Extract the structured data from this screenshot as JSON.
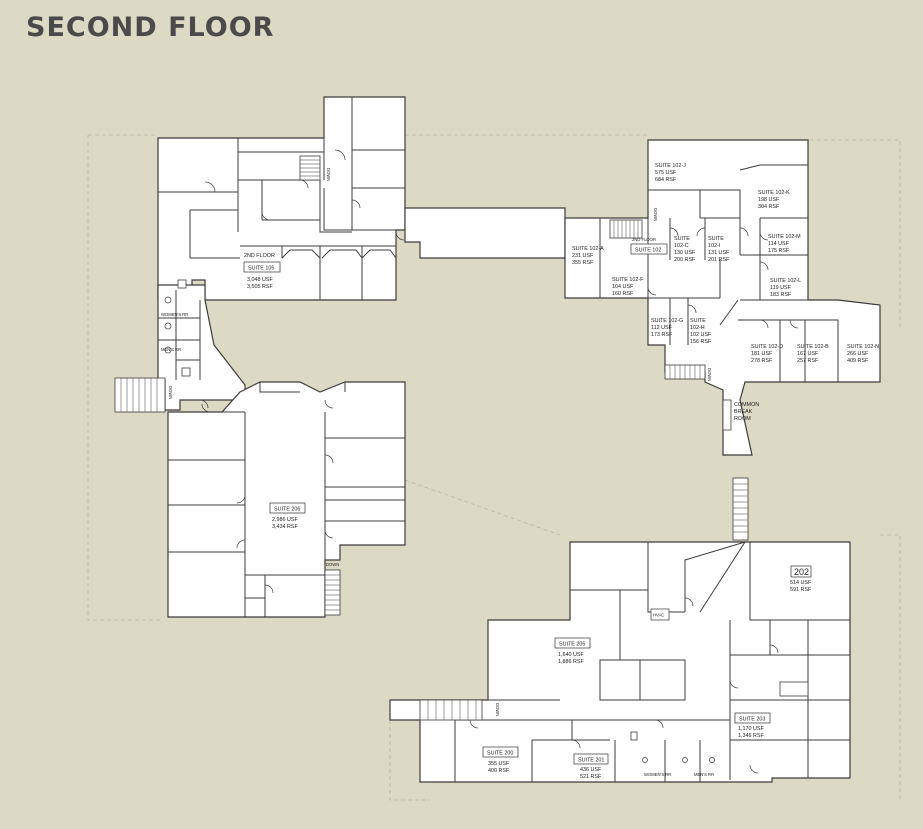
{
  "title": "SECOND FLOOR",
  "suites": {
    "s105": {
      "name": "SUITE 105",
      "caption": "2ND FLOOR",
      "usf": "3,048 USF",
      "rsf": "3,505 RSF"
    },
    "s206": {
      "name": "SUITE 206",
      "usf": "2,986 USF",
      "rsf": "3,434 RSF"
    },
    "s102": {
      "name": "SUITE 102",
      "caption": "2ND FLOOR"
    },
    "s102j": {
      "name": "SUITE 102-J",
      "usf": "575 USF",
      "rsf": "684 RSF"
    },
    "s102k": {
      "name": "SUITE 102-K",
      "usf": "198 USF",
      "rsf": "304 RSF"
    },
    "s102a": {
      "name": "SUITE 102-A",
      "usf": "231 USF",
      "rsf": "355 RSF"
    },
    "s102c": {
      "line1": "SUITE",
      "line2": "102-C",
      "usf": "130 USF",
      "rsf": "200 RSF"
    },
    "s102i": {
      "line1": "SUITE",
      "line2": "102-I",
      "usf": "131 USF",
      "rsf": "201 RSF"
    },
    "s102m": {
      "name": "SUITE 102-M",
      "usf": "114 USF",
      "rsf": "175 RSF"
    },
    "s102f": {
      "name": "SUITE 102-F",
      "usf": "104 USF",
      "rsf": "160 RSF"
    },
    "s102l": {
      "name": "SUITE 102-L",
      "usf": "119 USF",
      "rsf": "183 RSF"
    },
    "s102g": {
      "name": "SUITE 102-G",
      "usf": "112 USF",
      "rsf": "173 RSF"
    },
    "s102h": {
      "line1": "SUITE",
      "line2": "102-H",
      "usf": "102 USF",
      "rsf": "156 RSF"
    },
    "s102d": {
      "name": "SUITE 102-D",
      "usf": "181 USF",
      "rsf": "278 RSF"
    },
    "s102b": {
      "name": "SUITE 102-B",
      "usf": "167 USF",
      "rsf": "257 RSF"
    },
    "s102n": {
      "name": "SUITE 102-N",
      "usf": "266 USF",
      "rsf": "409 RSF"
    },
    "break": {
      "line1": "COMMON",
      "line2": "BREAK",
      "line3": "ROOM"
    },
    "s202": {
      "name": "202",
      "usf": "514 USF",
      "rsf": "591 RSF"
    },
    "s205": {
      "name": "SUITE 205",
      "usf": "1,640 USF",
      "rsf": "1,886 RSF"
    },
    "s203": {
      "name": "SUITE 203",
      "usf": "1,170 USF",
      "rsf": "1,346 RSF"
    },
    "s200": {
      "name": "SUITE 200",
      "usf": "355 USF",
      "rsf": "400 RSF"
    },
    "s201": {
      "name": "SUITE 201",
      "usf": "436 USF",
      "rsf": "521 RSF"
    }
  },
  "labels": {
    "womens_rr": "WOMEN'S RR",
    "mens_rr": "MEN'S RR",
    "down": "DOWN",
    "hvac": "HVAC"
  }
}
